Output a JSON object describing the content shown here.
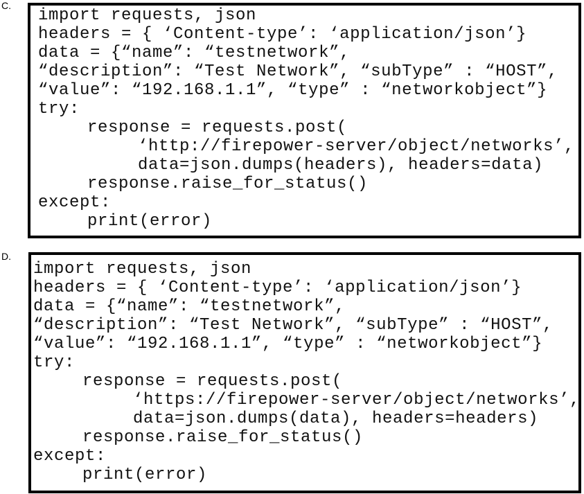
{
  "options": [
    {
      "label": "C.",
      "lines": [
        {
          "indent": 0,
          "text": "import requests, json"
        },
        {
          "indent": 0,
          "text": "headers = { ‘Content-type’: ‘application/json’}"
        },
        {
          "indent": 0,
          "text": "data = {“name”: “testnetwork”,"
        },
        {
          "indent": 0,
          "text": "“description”: “Test Network”, “subType” : “HOST”,"
        },
        {
          "indent": 0,
          "text": "“value”: “192.168.1.1”, “type” : “networkobject”}"
        },
        {
          "indent": 0,
          "text": "try:"
        },
        {
          "indent": 1,
          "text": "response = requests.post("
        },
        {
          "indent": 2,
          "text": "‘http://firepower-server/object/networks’,"
        },
        {
          "indent": 2,
          "text": "data=json.dumps(headers), headers=data)"
        },
        {
          "indent": 1,
          "text": "response.raise_for_status()"
        },
        {
          "indent": 0,
          "text": "except:"
        },
        {
          "indent": 1,
          "text": "print(error)"
        }
      ]
    },
    {
      "label": "D.",
      "lines": [
        {
          "indent": 0,
          "text": "import requests, json"
        },
        {
          "indent": 0,
          "text": "headers = { ‘Content-type’: ‘application/json’}"
        },
        {
          "indent": 0,
          "text": "data = {“name”: “testnetwork”,"
        },
        {
          "indent": 0,
          "text": "“description”: “Test Network”, “subType” : “HOST”,"
        },
        {
          "indent": 0,
          "text": "“value”: “192.168.1.1”, “type” : “networkobject”}"
        },
        {
          "indent": 0,
          "text": "try:"
        },
        {
          "indent": 1,
          "text": "response = requests.post("
        },
        {
          "indent": 2,
          "text": "‘https://firepower-server/object/networks’,"
        },
        {
          "indent": 2,
          "text": "data=json.dumps(data), headers=headers)"
        },
        {
          "indent": 1,
          "text": "response.raise_for_status()"
        },
        {
          "indent": 0,
          "text": "except:"
        },
        {
          "indent": 1,
          "text": "print(error)"
        }
      ]
    }
  ]
}
